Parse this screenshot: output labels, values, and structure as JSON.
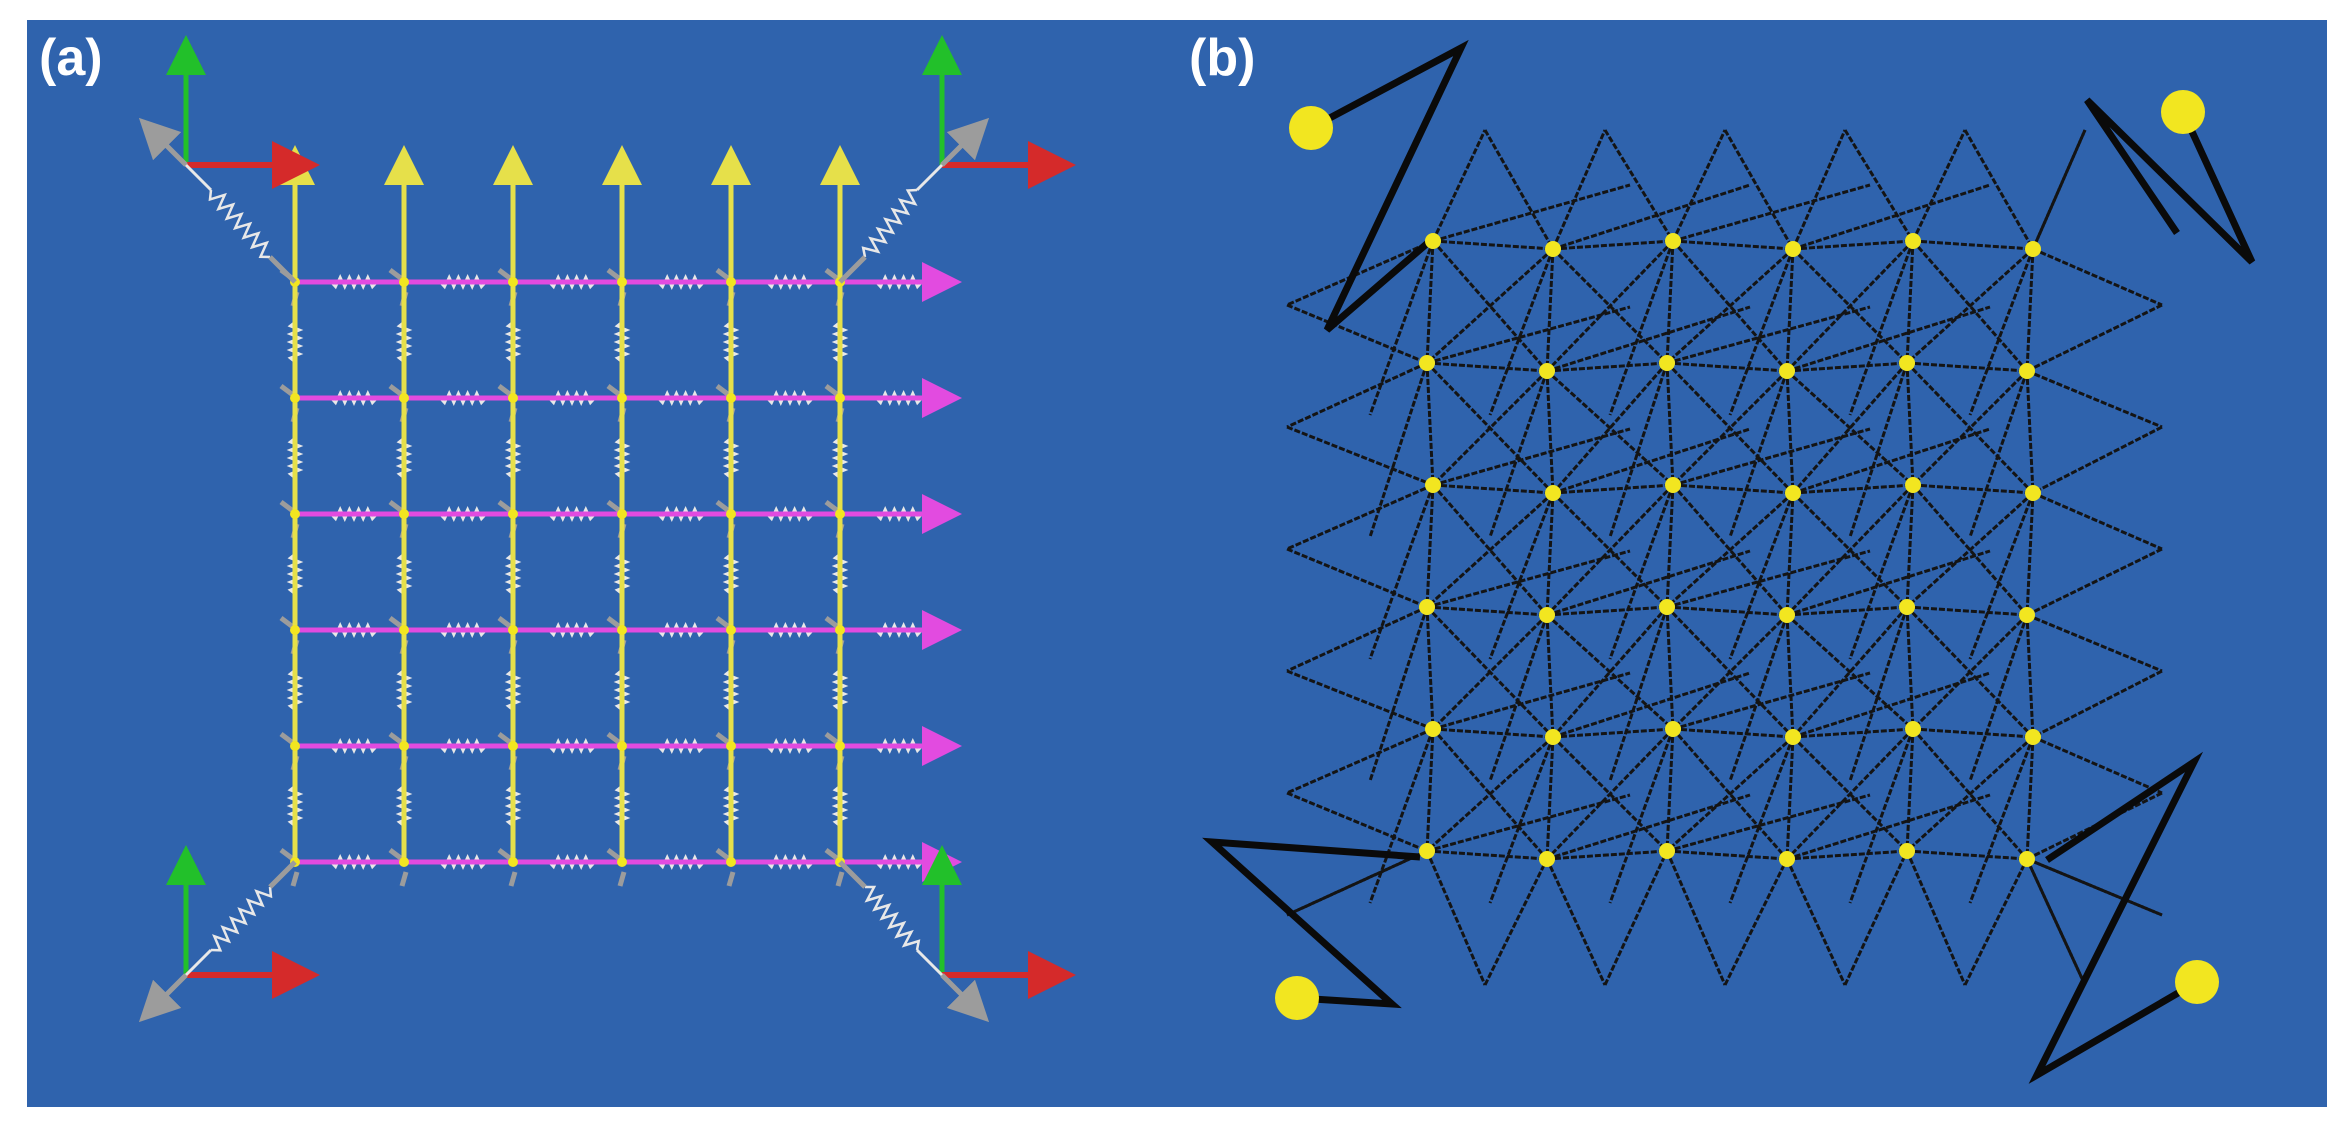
{
  "panels": [
    {
      "id": "a",
      "label": "(a)"
    },
    {
      "id": "b",
      "label": "(b)"
    }
  ],
  "colors": {
    "background": "#2f63ad",
    "frame_border": "#ffffff",
    "yellow_rod": "#e6e04a",
    "magenta_rod": "#e24be0",
    "spring": "#e8e8e8",
    "gray_connector": "#9c9c9c",
    "axis_x": "#d52a2a",
    "axis_y": "#22c02a",
    "node": "#f2e620",
    "mesh_line": "#141414"
  },
  "grid": {
    "rows": 6,
    "cols": 6
  }
}
